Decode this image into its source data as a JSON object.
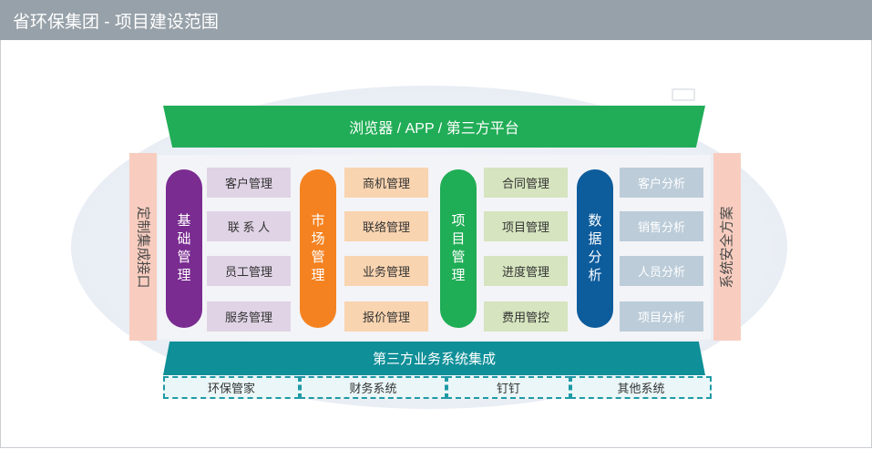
{
  "header": {
    "title": "省环保集团 - 项目建设范围"
  },
  "top_bar": {
    "label": "浏览器 / APP / 第三方平台"
  },
  "side_left": {
    "label": "定制集成接口"
  },
  "side_right": {
    "label": "系统安全方案"
  },
  "columns": [
    {
      "label": "基础管理",
      "color": "#7a2c91",
      "items": [
        "客户管理",
        "联 系 人",
        "员工管理",
        "服务管理"
      ]
    },
    {
      "label": "市场管理",
      "color": "#f58220",
      "items": [
        "商机管理",
        "联络管理",
        "业务管理",
        "报价管理"
      ]
    },
    {
      "label": "项目管理",
      "color": "#1fad55",
      "items": [
        "合同管理",
        "项目管理",
        "进度管理",
        "费用管控"
      ]
    },
    {
      "label": "数据分析",
      "color": "#0d5c9c",
      "items": [
        "客户分析",
        "销售分析",
        "人员分析",
        "项目分析"
      ]
    }
  ],
  "bottom_bar": {
    "label": "第三方业务系统集成"
  },
  "external_systems": [
    "环保管家",
    "财务系统",
    "钉钉",
    "其他系统"
  ]
}
